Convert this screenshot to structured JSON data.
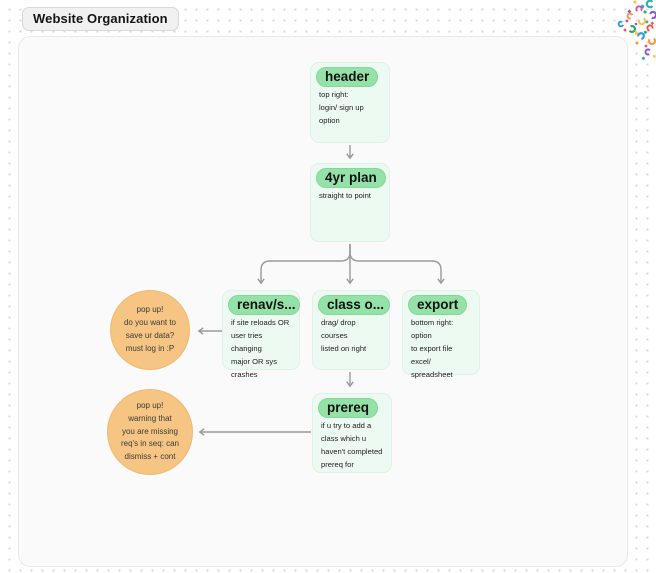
{
  "board": {
    "title": "Website Organization"
  },
  "colors": {
    "node_pill": "#95e2a9",
    "node_card_bg": "#edfaf2",
    "node_card_border": "#def2e6",
    "popup_circle": "#f6c483",
    "arrow": "#9a9a9a",
    "frame_bg": "#fafafa"
  },
  "nodes": {
    "header": {
      "label": "header",
      "note": "top right:\nlogin/ sign up\noption"
    },
    "plan": {
      "label": "4yr plan",
      "note": "straight to point"
    },
    "renav": {
      "label": "renav/s...",
      "note": "if site reloads OR\nuser tries changing\nmajor OR sys\ncrashes"
    },
    "classes": {
      "label": "class o...",
      "note": "drag/ drop courses\nlisted on right"
    },
    "export": {
      "label": "export",
      "note": "bottom right:\noption\nto export file\nexcel/\nspreadsheet"
    },
    "prereq": {
      "label": "prereq",
      "note": "if u try to add a\nclass which u\nhaven't completed\nprereq for"
    }
  },
  "popups": {
    "save": {
      "text": "pop up!\ndo you want to\nsave ur data?\nmust log in :P"
    },
    "missing": {
      "text": "pop up!\nwarning that\nyou are missing\nreq's in seq: can\ndismiss + cont"
    }
  }
}
